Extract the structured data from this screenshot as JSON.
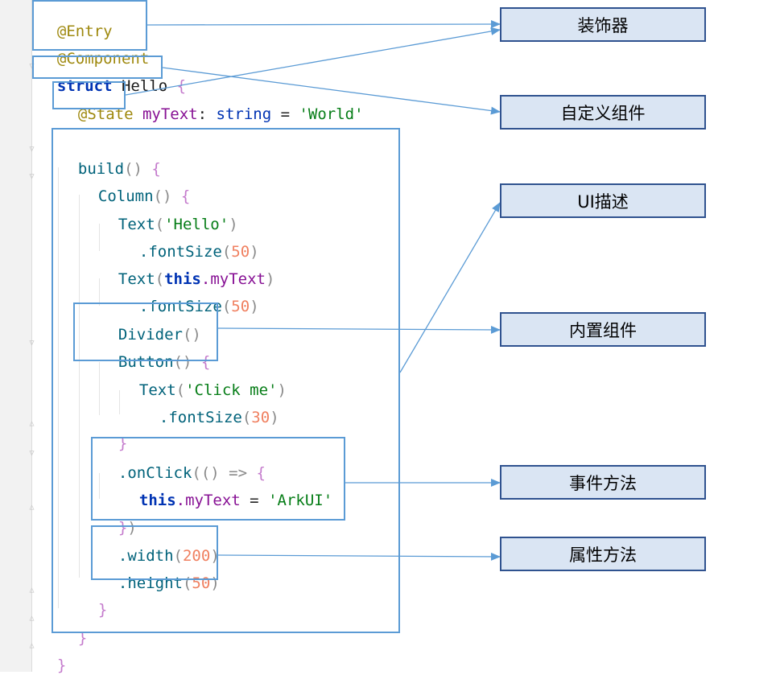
{
  "code": {
    "l1": "@Entry",
    "l2": "@Component",
    "l3_kw": "struct",
    "l3_name": " Hello ",
    "l3_brace": "{",
    "l4_ann": "@State",
    "l4_var": " myText",
    "l4_colon": ": ",
    "l4_type": "string",
    "l4_eq": " = ",
    "l4_str": "'World'",
    "l5_fn": "build",
    "l5_par": "() ",
    "l5_brace": "{",
    "l6_fn": "Column",
    "l6_par": "() ",
    "l6_brace": "{",
    "l7_fn": "Text",
    "l7_open": "(",
    "l7_str": "'Hello'",
    "l7_close": ")",
    "l8_fn": ".fontSize",
    "l8_open": "(",
    "l8_num": "50",
    "l8_close": ")",
    "l9_fn": "Text",
    "l9_open": "(",
    "l9_this": "this",
    "l9_prop": ".myText",
    "l9_close": ")",
    "l10_fn": ".fontSize",
    "l10_open": "(",
    "l10_num": "50",
    "l10_close": ")",
    "l11_fn": "Divider",
    "l11_par": "()",
    "l12_fn": "Button",
    "l12_par": "() ",
    "l12_brace": "{",
    "l13_fn": "Text",
    "l13_open": "(",
    "l13_str": "'Click me'",
    "l13_close": ")",
    "l14_fn": ".fontSize",
    "l14_open": "(",
    "l14_num": "30",
    "l14_close": ")",
    "l15": "}",
    "l16_fn": ".onClick",
    "l16_par": "(() => ",
    "l16_brace": "{",
    "l17_this": "this",
    "l17_prop": ".myText",
    "l17_eq": " = ",
    "l17_str": "'ArkUI'",
    "l18_brace": "}",
    "l18_close": ")",
    "l19_fn": ".width",
    "l19_open": "(",
    "l19_num": "200",
    "l19_close": ")",
    "l20_fn": ".height",
    "l20_open": "(",
    "l20_num": "50",
    "l20_close": ")",
    "l21": "}",
    "l22": "}",
    "l23": "}"
  },
  "labels": {
    "decorator": "装饰器",
    "custom_component": "自定义组件",
    "ui_description": "UI描述",
    "builtin_component": "内置组件",
    "event_method": "事件方法",
    "attribute_method": "属性方法"
  },
  "colors": {
    "box_border": "#5b9bd5",
    "label_fill": "#dae5f3",
    "label_border": "#2f528f",
    "arrow": "#5b9bd5"
  }
}
